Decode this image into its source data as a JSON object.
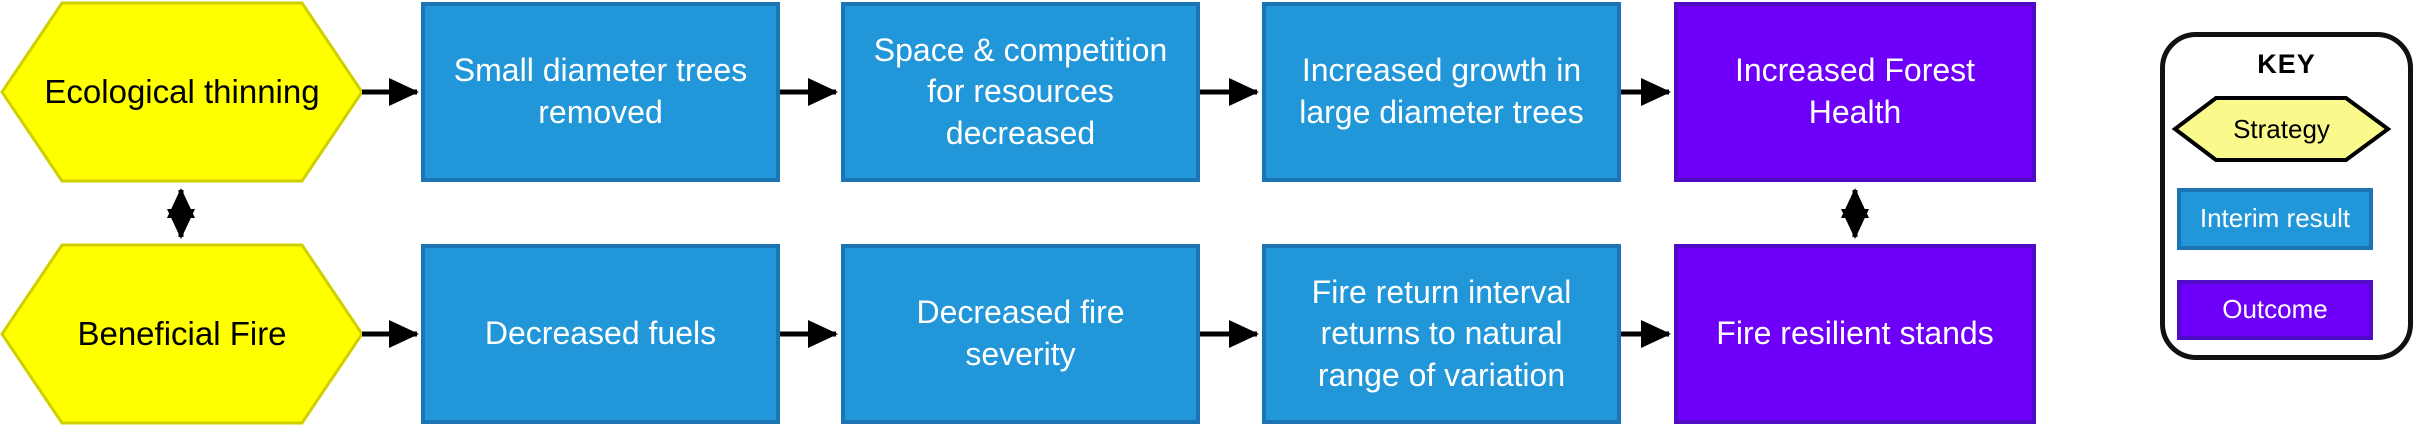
{
  "rows": [
    {
      "strategy": "Ecological thinning",
      "steps": [
        "Small diameter trees removed",
        "Space & competition for resources decreased",
        "Increased growth in large diameter trees"
      ],
      "outcome": "Increased Forest Health"
    },
    {
      "strategy": "Beneficial Fire",
      "steps": [
        "Decreased fuels",
        "Decreased fire severity",
        "Fire return interval returns to natural range of variation"
      ],
      "outcome": "Fire resilient stands"
    }
  ],
  "key": {
    "title": "KEY",
    "items": [
      {
        "label": "Strategy",
        "type": "strategy"
      },
      {
        "label": "Interim result",
        "type": "interim"
      },
      {
        "label": "Outcome",
        "type": "outcome"
      }
    ]
  },
  "colors": {
    "strategy_fill": "#FFFF00",
    "strategy_border": "#D0D000",
    "key_strategy_fill": "#FAFA8C",
    "interim_fill": "#2196D8",
    "interim_border": "#1C74B4",
    "outcome_fill": "#6E00FA",
    "outcome_border": "#4F0BC6",
    "arrow": "#000000",
    "text_on_dark": "#FFFFFF",
    "text_on_light": "#000000"
  }
}
